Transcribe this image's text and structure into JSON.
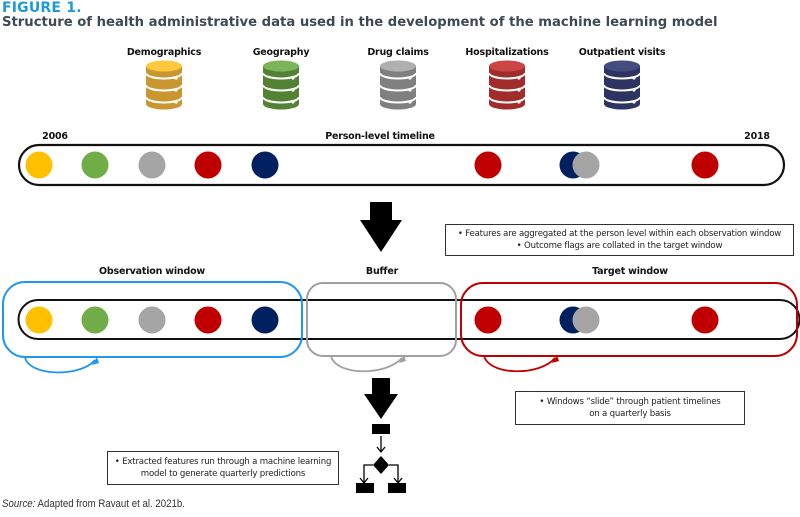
{
  "figure": {
    "label": "FIGURE 1.",
    "title": "Structure of health administrative data used in the development of the machine learning model",
    "source_prefix": "Source:",
    "source_text": " Adapted from Ravaut et al. 2021b."
  },
  "databases": [
    {
      "label": "Demographics",
      "icon": "database-icon",
      "color": "#c9962f",
      "top_color": "#ffc83d"
    },
    {
      "label": "Geography",
      "icon": "database-icon",
      "color": "#548235",
      "top_color": "#7cb45a"
    },
    {
      "label": "Drug claims",
      "icon": "database-icon",
      "color": "#808080",
      "top_color": "#b0b0b0"
    },
    {
      "label": "Hospitalizations",
      "icon": "database-icon",
      "color": "#a12c2c",
      "top_color": "#cc4444"
    },
    {
      "label": "Outpatient visits",
      "icon": "database-icon",
      "color": "#2d3461",
      "top_color": "#444c80"
    }
  ],
  "timeline": {
    "start_label": "2006",
    "title": "Person-level timeline",
    "end_label": "2018",
    "event_colors": {
      "demographics": "#ffc000",
      "geography": "#70ad47",
      "drug_claims": "#a5a5a5",
      "hospitalizations": "#c00000",
      "outpatient": "#002060"
    }
  },
  "windows": {
    "observation": {
      "label": "Observation window",
      "color": "#2196f3"
    },
    "buffer": {
      "label": "Buffer",
      "color": "#a0a0a0"
    },
    "target": {
      "label": "Target window",
      "color": "#c00000"
    }
  },
  "notes": {
    "aggregation_line1": "• Features are aggregated at the person level within each observation window",
    "aggregation_line2": "• Outcome flags are collated in the target window",
    "sliding_line1": "• Windows “slide” through patient timelines",
    "sliding_line2": "on a quarterly basis",
    "model_line1": "• Extracted features run through a machine learning",
    "model_line2": "model to generate quarterly predictions"
  }
}
